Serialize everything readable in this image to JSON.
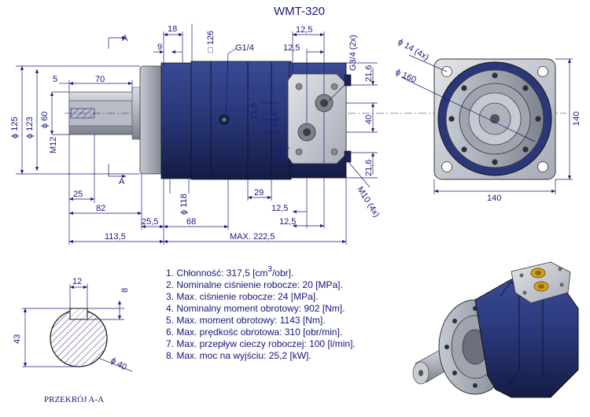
{
  "title": "WMT-320",
  "front_view": {
    "dims": {
      "d125": "ϕ 125",
      "d123": "ϕ 123",
      "d60": "ϕ 60",
      "m12": "M12",
      "len5": "5",
      "len70": "70",
      "len25": "25",
      "len82": "82",
      "len113": "113,5",
      "len18": "18",
      "len9": "9",
      "sq126": "□ 126",
      "g14": "G1/4",
      "len12a": "12,5",
      "len12b": "12,5",
      "g34": "G3/4 (2x)",
      "v216a": "21,6",
      "v216b": "21,6",
      "v216c": "21,6",
      "v216d": "21,6",
      "v216e": "21,6",
      "v40": "40",
      "d118": "ϕ 118",
      "len29": "29",
      "len12c": "12,5",
      "len12d": "12,5",
      "len25b": "25,5",
      "len68": "68",
      "max": "MAX.  222,5",
      "m10": "M10 (4x)",
      "sectA_top": "A",
      "sectA_bot": "A"
    }
  },
  "side_view": {
    "dims": {
      "d14": "ϕ 14 (4x)",
      "d160": "ϕ 160",
      "w140": "140",
      "h140": "140"
    }
  },
  "section": {
    "caption": "PRZEKRÓJ A-A",
    "dims": {
      "w12": "12",
      "h8": "8",
      "h43": "43",
      "d40": "ϕ 40"
    }
  },
  "specs": [
    {
      "prefix": "1. Chłonność: 317,5 [cm",
      "sup": "3",
      "suffix": "/obr]."
    },
    {
      "prefix": "2. Nominalne ciśnienie robocze: 20 [MPa].",
      "sup": "",
      "suffix": ""
    },
    {
      "prefix": "3. Max. ciśnienie robocze: 24 [MPa].",
      "sup": "",
      "suffix": ""
    },
    {
      "prefix": "4. Nominalny moment obrotowy: 902 [Nm].",
      "sup": "",
      "suffix": ""
    },
    {
      "prefix": "5. Max. moment obrotowy: 1143 [Nm].",
      "sup": "",
      "suffix": ""
    },
    {
      "prefix": "6. Max. prędkośc obrotowa: 310 [obr/min].",
      "sup": "",
      "suffix": ""
    },
    {
      "prefix": "7. Max. przepływ cieczy roboczej: 100 [l/min].",
      "sup": "",
      "suffix": ""
    },
    {
      "prefix": "8. Max. moc na wyjściu: 25,2 [kW].",
      "sup": "",
      "suffix": ""
    }
  ],
  "colors": {
    "body": "#2b3a7a",
    "body_dark": "#1b2555",
    "flange": "#8a8f9c",
    "plate": "#c9ccd3",
    "dim": "#1a1a7a",
    "hatch": "#1a1a7a"
  }
}
